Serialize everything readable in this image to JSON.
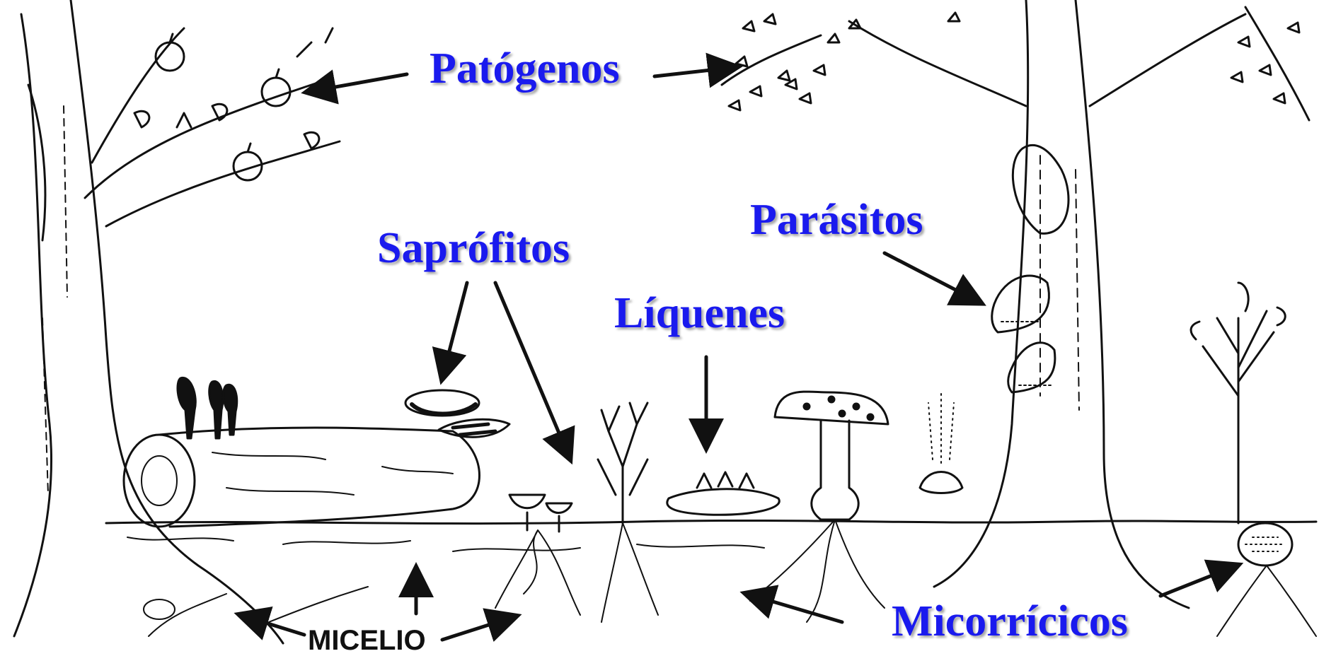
{
  "labels": {
    "patogenos": "Patógenos",
    "saprofitos": "Saprófitos",
    "parasitos": "Parásitos",
    "liquenes": "Líquenes",
    "micorricicos": "Micorrícicos",
    "micelio": "MICELIO"
  },
  "colors": {
    "label_blue": "#1a1aee",
    "ink": "#111111",
    "background": "#ffffff"
  }
}
